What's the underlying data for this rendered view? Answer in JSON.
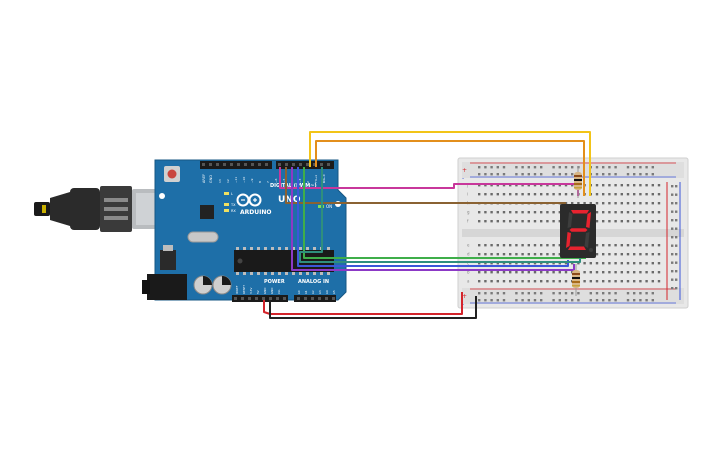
{
  "arduino": {
    "brand": "ARDUINO",
    "model": "UNO",
    "digital_label": "DIGITAL (PWM~)",
    "power_label": "POWER",
    "analog_label": "ANALOG IN",
    "on_label": "ON",
    "tx_label": "TX",
    "rx_label": "RX",
    "l_label": "L",
    "aref_label": "AREF",
    "gnd_label": "GND",
    "power_pins": [
      "IOREF",
      "RESET",
      "3.3V",
      "5V",
      "GND",
      "GND",
      "Vin"
    ],
    "analog_pins": [
      "A0",
      "A1",
      "A2",
      "A3",
      "A4",
      "A5"
    ],
    "digital_pins": [
      "13",
      "12",
      "~11",
      "~10",
      "~9",
      "8",
      "7",
      "~6",
      "~5",
      "4",
      "~3",
      "2",
      "TX→1",
      "RX←0"
    ]
  },
  "display": {
    "digit": "2",
    "segment_color": "#e8232f"
  },
  "breadboard": {
    "row_letters_top": [
      "j",
      "i",
      "h",
      "g",
      "f"
    ],
    "row_letters_bottom": [
      "e",
      "d",
      "c",
      "b",
      "a"
    ],
    "rail_plus": "+",
    "rail_minus": "-"
  },
  "wire_colors": {
    "yellow": "#f2c418",
    "orange": "#e38f1c",
    "magenta": "#c8379b",
    "brown": "#8a6232",
    "purple": "#8c39c6",
    "blue": "#3c56d9",
    "green": "#3fae4a",
    "teal": "#2f8f7d",
    "red": "#d4242b",
    "black": "#222222"
  }
}
